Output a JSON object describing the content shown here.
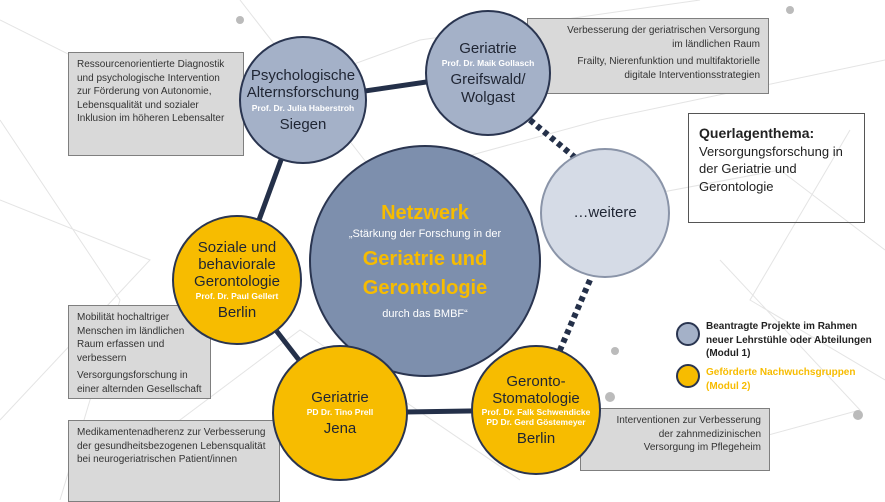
{
  "center": {
    "title": "Netzwerk",
    "line1": "„Stärkung der Forschung in der",
    "title2": "Geriatrie und",
    "title3": "Gerontologie",
    "line2": "durch das BMBF“"
  },
  "nodes": {
    "psych": {
      "t1": "Psychologische",
      "t2": "Alternsforschung",
      "person": "Prof. Dr. Julia Haberstroh",
      "city": "Siegen"
    },
    "greif": {
      "t1": "Geriatrie",
      "person": "Prof. Dr. Maik Gollasch",
      "city1": "Greifswald/",
      "city2": "Wolgast"
    },
    "weitere": {
      "t1": "…weitere"
    },
    "soz": {
      "t1": "Soziale und",
      "t2": "behaviorale",
      "t3": "Gerontologie",
      "person": "Prof. Dr. Paul Gellert",
      "city": "Berlin"
    },
    "jena": {
      "t1": "Geriatrie",
      "person": "PD Dr. Tino Prell",
      "city": "Jena"
    },
    "stoma": {
      "t1": "Geronto-",
      "t2": "Stomatologie",
      "person1": "Prof. Dr. Falk Schwendicke",
      "person2": "PD Dr. Gerd Göstemeyer",
      "city": "Berlin"
    }
  },
  "boxes": {
    "psych": "Ressourcenorientierte Diagnostik und psychologische Intervention zur Förderung von Autonomie, Lebensqualität und sozialer Inklusion im höheren Lebensalter",
    "greif1": "Verbesserung der geriatrischen Versorgung im ländlichen Raum",
    "greif2": "Frailty, Nierenfunktion und multifaktorielle digitale Interventionsstrategien",
    "soz1": "Mobilität hochaltriger Menschen im ländlichen Raum erfassen und verbessern",
    "soz2": "Versorgungsforschung in einer alternden Gesellschaft",
    "jena": "Medikamentenadherenz zur Verbesserung der gesundheitsbezogenen Lebensqualität bei neurogeriatrischen Patient/innen",
    "stoma": "Interventionen zur Verbesserung der zahnmedizinischen Versorgung im Pflegeheim"
  },
  "cross": {
    "title": "Querlagenthema:",
    "text": "Versorgungsforschung in der Geriatrie und Gerontologie"
  },
  "legend": {
    "item1": "Beantragte Projekte im Rahmen neuer Lehrstühle oder Abteilungen (Modul 1)",
    "item2": "Geförderte Nachwuchsgruppen (Modul 2)"
  },
  "colors": {
    "blue": "#a4b1c8",
    "yellow": "#f7bc00",
    "center": "#7d8fad",
    "dark": "#2a3550"
  }
}
